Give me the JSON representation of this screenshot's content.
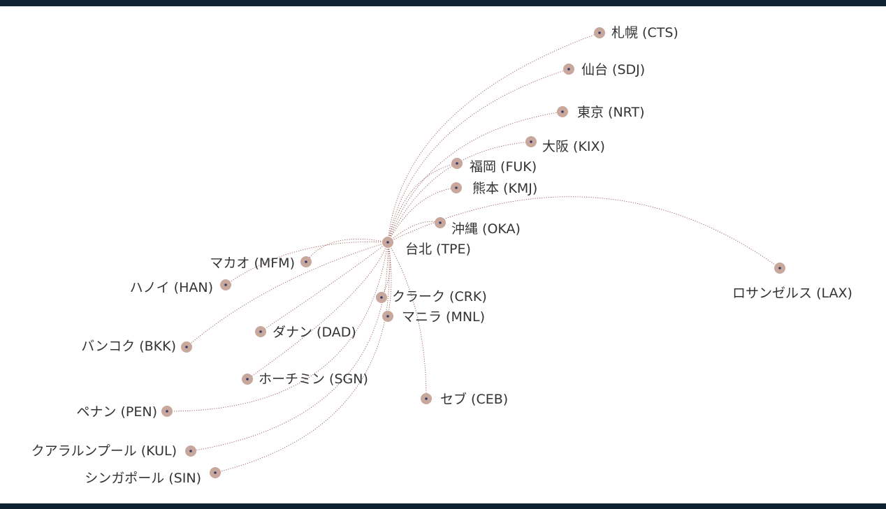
{
  "colors": {
    "frame": "#0f2233",
    "node": "#c8a79c",
    "node_center": "#3a3a6a",
    "route": "#8a3a3a",
    "label": "#333333"
  },
  "hub": {
    "id": "TPE",
    "label": "台北 (TPE)"
  },
  "destinations": [
    {
      "id": "CTS",
      "label": "札幌 (CTS)"
    },
    {
      "id": "SDJ",
      "label": "仙台 (SDJ)"
    },
    {
      "id": "NRT",
      "label": "東京 (NRT)"
    },
    {
      "id": "KIX",
      "label": "大阪 (KIX)"
    },
    {
      "id": "FUK",
      "label": "福岡 (FUK)"
    },
    {
      "id": "KMJ",
      "label": "熊本 (KMJ)"
    },
    {
      "id": "OKA",
      "label": "沖縄 (OKA)"
    },
    {
      "id": "LAX",
      "label": "ロサンゼルス (LAX)"
    },
    {
      "id": "MFM",
      "label": "マカオ (MFM)"
    },
    {
      "id": "HAN",
      "label": "ハノイ (HAN)"
    },
    {
      "id": "CRK",
      "label": "クラーク (CRK)"
    },
    {
      "id": "MNL",
      "label": "マニラ (MNL)"
    },
    {
      "id": "DAD",
      "label": "ダナン (DAD)"
    },
    {
      "id": "BKK",
      "label": "バンコク (BKK)"
    },
    {
      "id": "SGN",
      "label": "ホーチミン (SGN)"
    },
    {
      "id": "CEB",
      "label": "セブ (CEB)"
    },
    {
      "id": "PEN",
      "label": "ペナン (PEN)"
    },
    {
      "id": "KUL",
      "label": "クアラルンプール (KUL)"
    },
    {
      "id": "SIN",
      "label": "シンガポール (SIN)"
    }
  ]
}
